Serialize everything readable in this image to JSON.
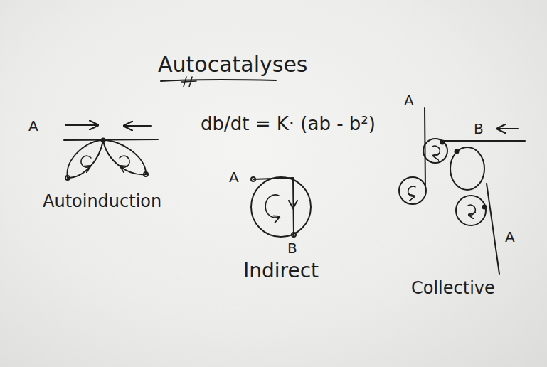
{
  "diagram": {
    "title": "Autocatalyses",
    "labels": [
      "A",
      "Autoinduction",
      "db/dt = K· (ab - b²)",
      "A",
      "B",
      "Indirect",
      "A",
      "B",
      "A",
      "Collective"
    ]
  }
}
